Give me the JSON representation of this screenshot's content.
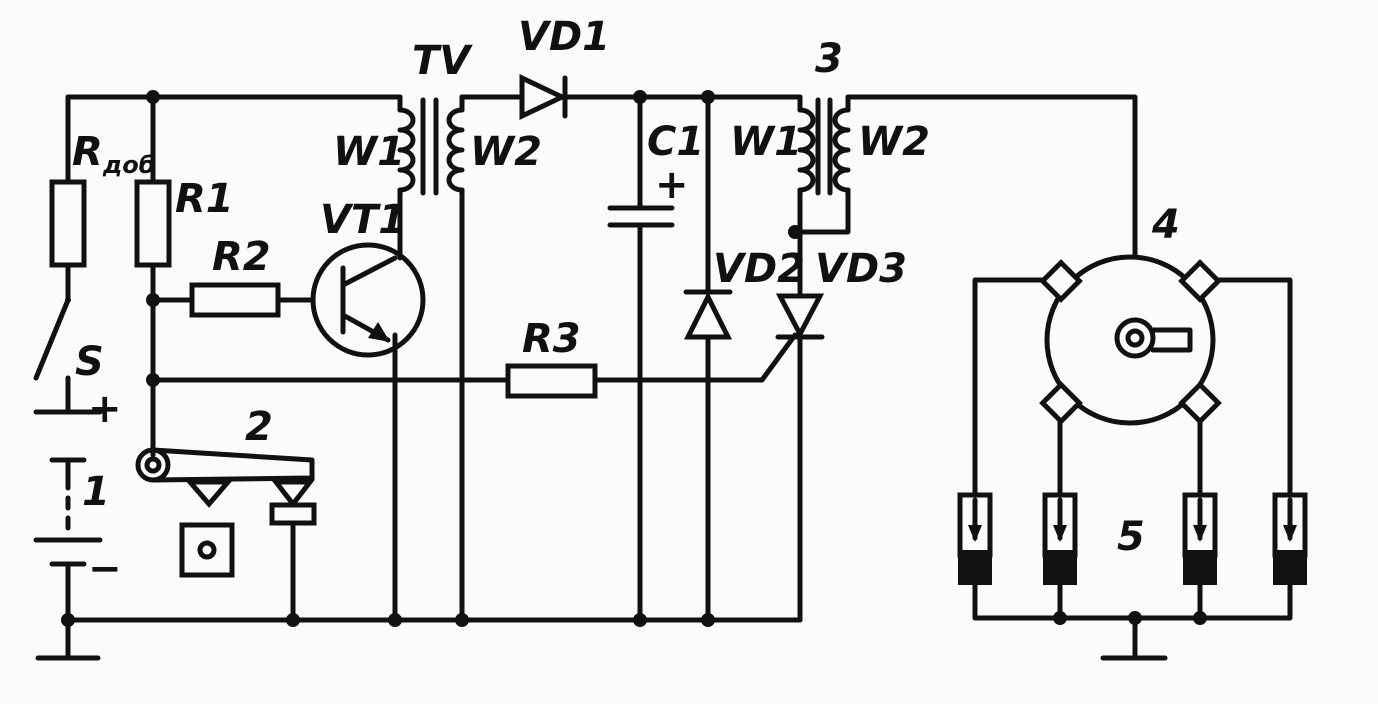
{
  "labels": {
    "r_add_main": "R",
    "r_add_sub": "доб",
    "r1": "R1",
    "r2": "R2",
    "r3": "R3",
    "vt1": "VT1",
    "tv": "TV",
    "tv_w1": "W1",
    "tv_w2": "W2",
    "vd1": "VD1",
    "c1": "C1",
    "c1_plus": "+",
    "coil_num": "3",
    "coil_w1": "W1",
    "coil_w2": "W2",
    "vd2": "VD2",
    "vd3": "VD3",
    "s": "S",
    "battery_num": "1",
    "battery_plus": "+",
    "battery_minus": "−",
    "breaker_num": "2",
    "distributor_num": "4",
    "plugs_num": "5"
  }
}
